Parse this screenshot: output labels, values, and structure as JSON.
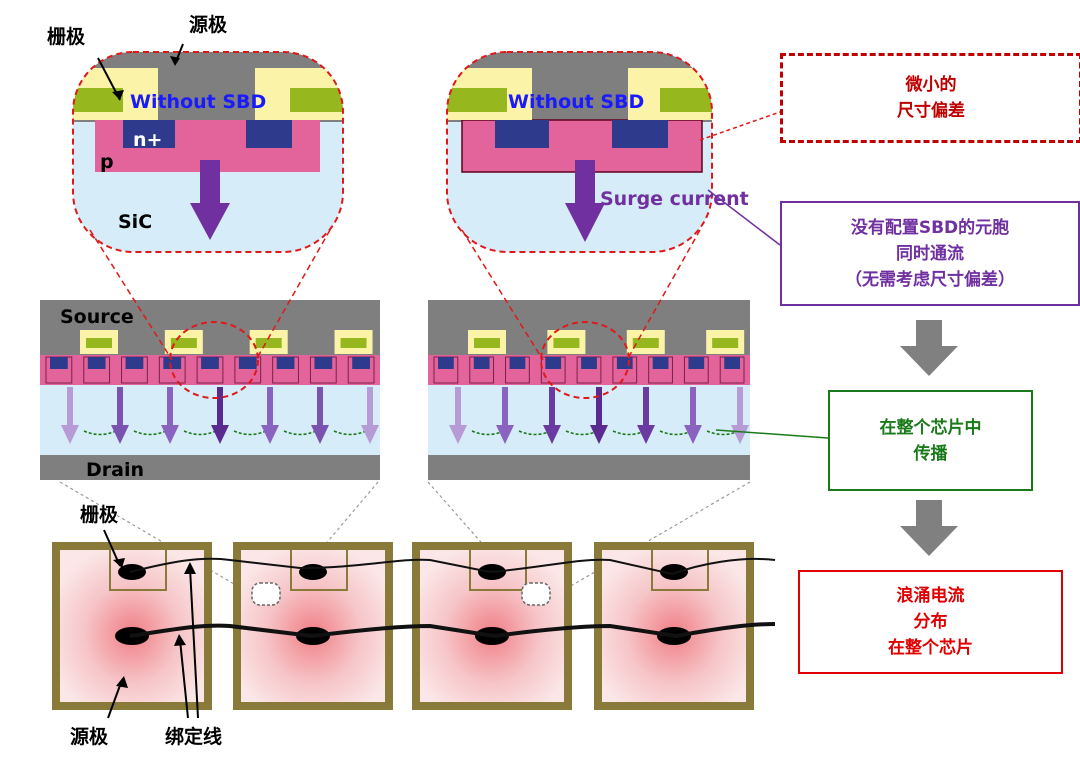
{
  "labels": {
    "gate_top": "栅极",
    "source_top": "源极",
    "gate_bottom": "栅极",
    "source_bottom": "源极",
    "bond_wire": "绑定线"
  },
  "zoom_left": {
    "without_sbd": "Without SBD",
    "n_plus": "n+",
    "p": "p",
    "sic": "SiC"
  },
  "zoom_right": {
    "without_sbd": "Without SBD",
    "surge_current": "Surge current"
  },
  "cross_section": {
    "source": "Source",
    "drain": "Drain"
  },
  "boxes": {
    "variation": [
      "微小的",
      "尺寸偏差"
    ],
    "cells_conduct": [
      "没有配置SBD的元胞",
      "同时通流",
      "（无需考虑尺寸偏差）"
    ],
    "spread": [
      "在整个芯片中",
      "传播"
    ],
    "distribution": [
      "浪涌电流",
      "分布",
      "在整个芯片"
    ]
  },
  "colors": {
    "red_dash": "#c00000",
    "purple": "#7030a0",
    "green": "#1a7a1a",
    "red": "#e00000",
    "arrow_gray": "#808080",
    "silicon": "#d6ecf8",
    "p_well": "#e3649a",
    "n_plus": "#2e3a8c",
    "metal": "#7f7f7f",
    "gate_poly": "#96b81e",
    "oxide": "#fbf3a8",
    "current_arrow": "#7030a0"
  }
}
